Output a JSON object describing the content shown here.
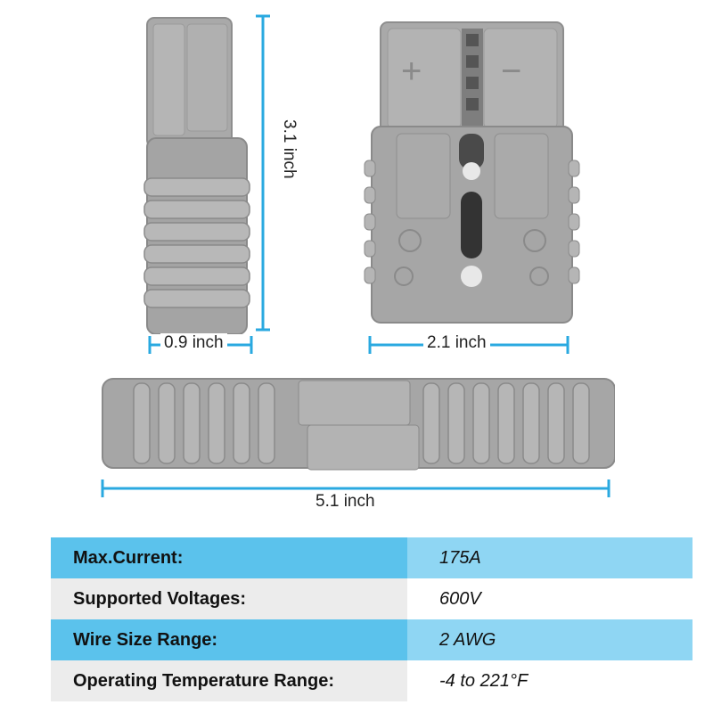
{
  "dimensions": {
    "height": "3.1 inch",
    "depth": "0.9 inch",
    "width": "2.1 inch",
    "length": "5.1 inch"
  },
  "connector_face": {
    "plus_symbol": "+",
    "minus_symbol": "−"
  },
  "colors": {
    "connector_gray": "#a7a7a7",
    "dimension_line": "#2aa9e0",
    "row_blue": "#5bc2ec",
    "row_blue_light": "#8fd6f3",
    "row_gray": "#ececec"
  },
  "specs": [
    {
      "label": "Max.Current:",
      "value": "175A"
    },
    {
      "label": "Supported Voltages:",
      "value": "600V"
    },
    {
      "label": "Wire Size Range:",
      "value": "2 AWG"
    },
    {
      "label": "Operating Temperature Range:",
      "value": "-4 to 221°F"
    }
  ]
}
